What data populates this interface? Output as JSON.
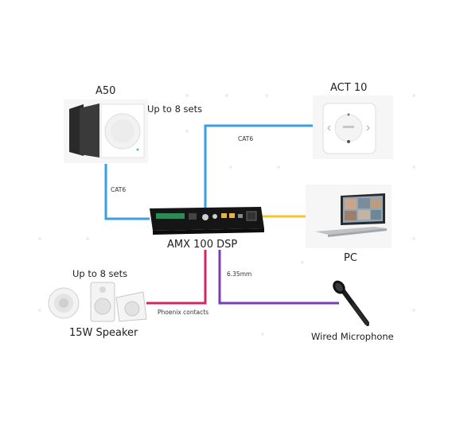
{
  "devices": {
    "a50": {
      "title": "A50",
      "note": "Up to 8 sets"
    },
    "act10": {
      "title": "ACT 10"
    },
    "hub": {
      "title": "AMX 100 DSP"
    },
    "pc": {
      "title": "PC"
    },
    "speaker": {
      "title": "15W Speaker",
      "note": "Up to 8 sets"
    },
    "mic": {
      "title": "Wired Microphone"
    }
  },
  "links": {
    "a50_cable": "CAT6",
    "act10_cable": "CAT6",
    "speaker_cable": "Phoenix contacts",
    "mic_cable": "6.35mm"
  },
  "colors": {
    "cat6": "#3aa0e6",
    "pc": "#f4c430",
    "speaker": "#d6245e",
    "mic": "#7b3db6"
  }
}
